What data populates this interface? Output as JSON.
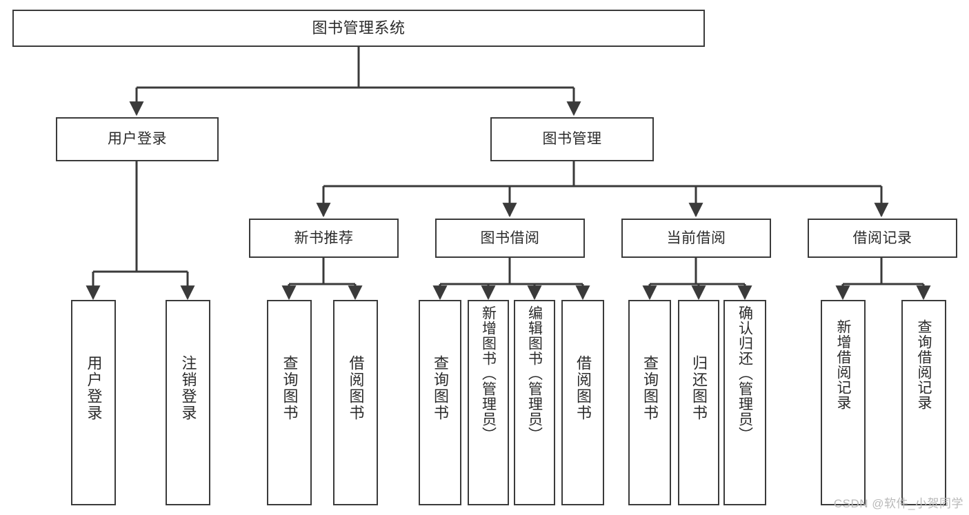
{
  "diagram": {
    "type": "tree-hierarchy-diagram",
    "title": "图书管理系统",
    "stroke_color": "#3a3a3a",
    "fill_color": "#ffffff",
    "text_color": "#2b2b2b",
    "levels": {
      "root": {
        "label": "图书管理系统"
      },
      "level2": [
        {
          "id": "user-login",
          "label": "用户登录"
        },
        {
          "id": "book-manage",
          "label": "图书管理"
        }
      ],
      "level3": [
        {
          "id": "new-book-recommend",
          "label": "新书推荐",
          "parent": "book-manage"
        },
        {
          "id": "book-borrow",
          "label": "图书借阅",
          "parent": "book-manage"
        },
        {
          "id": "current-borrow",
          "label": "当前借阅",
          "parent": "book-manage"
        },
        {
          "id": "borrow-record",
          "label": "借阅记录",
          "parent": "book-manage"
        }
      ],
      "leaves": [
        {
          "id": "leaf-user-login",
          "label": "用户登录",
          "parent": "user-login"
        },
        {
          "id": "leaf-logout-login",
          "label": "注销登录",
          "parent": "user-login"
        },
        {
          "id": "leaf-query-book-1",
          "label": "查询图书",
          "parent": "new-book-recommend"
        },
        {
          "id": "leaf-borrow-book-1",
          "label": "借阅图书",
          "parent": "new-book-recommend"
        },
        {
          "id": "leaf-query-book-2",
          "label": "查询图书",
          "parent": "book-borrow"
        },
        {
          "id": "leaf-add-book",
          "label": "新增图书（管理员）",
          "parent": "book-borrow"
        },
        {
          "id": "leaf-edit-book",
          "label": "编辑图书（管理员）",
          "parent": "book-borrow"
        },
        {
          "id": "leaf-borrow-book-2",
          "label": "借阅图书",
          "parent": "book-borrow"
        },
        {
          "id": "leaf-query-book-3",
          "label": "查询图书",
          "parent": "current-borrow"
        },
        {
          "id": "leaf-return-book",
          "label": "归还图书",
          "parent": "current-borrow"
        },
        {
          "id": "leaf-confirm-return",
          "label": "确认归还（管理员）",
          "parent": "current-borrow"
        },
        {
          "id": "leaf-add-record",
          "label": "新增借阅记录",
          "parent": "borrow-record"
        },
        {
          "id": "leaf-query-record",
          "label": "查询借阅记录",
          "parent": "borrow-record"
        }
      ]
    }
  },
  "watermark": {
    "text": "CSDN @软件_小贺同学"
  }
}
